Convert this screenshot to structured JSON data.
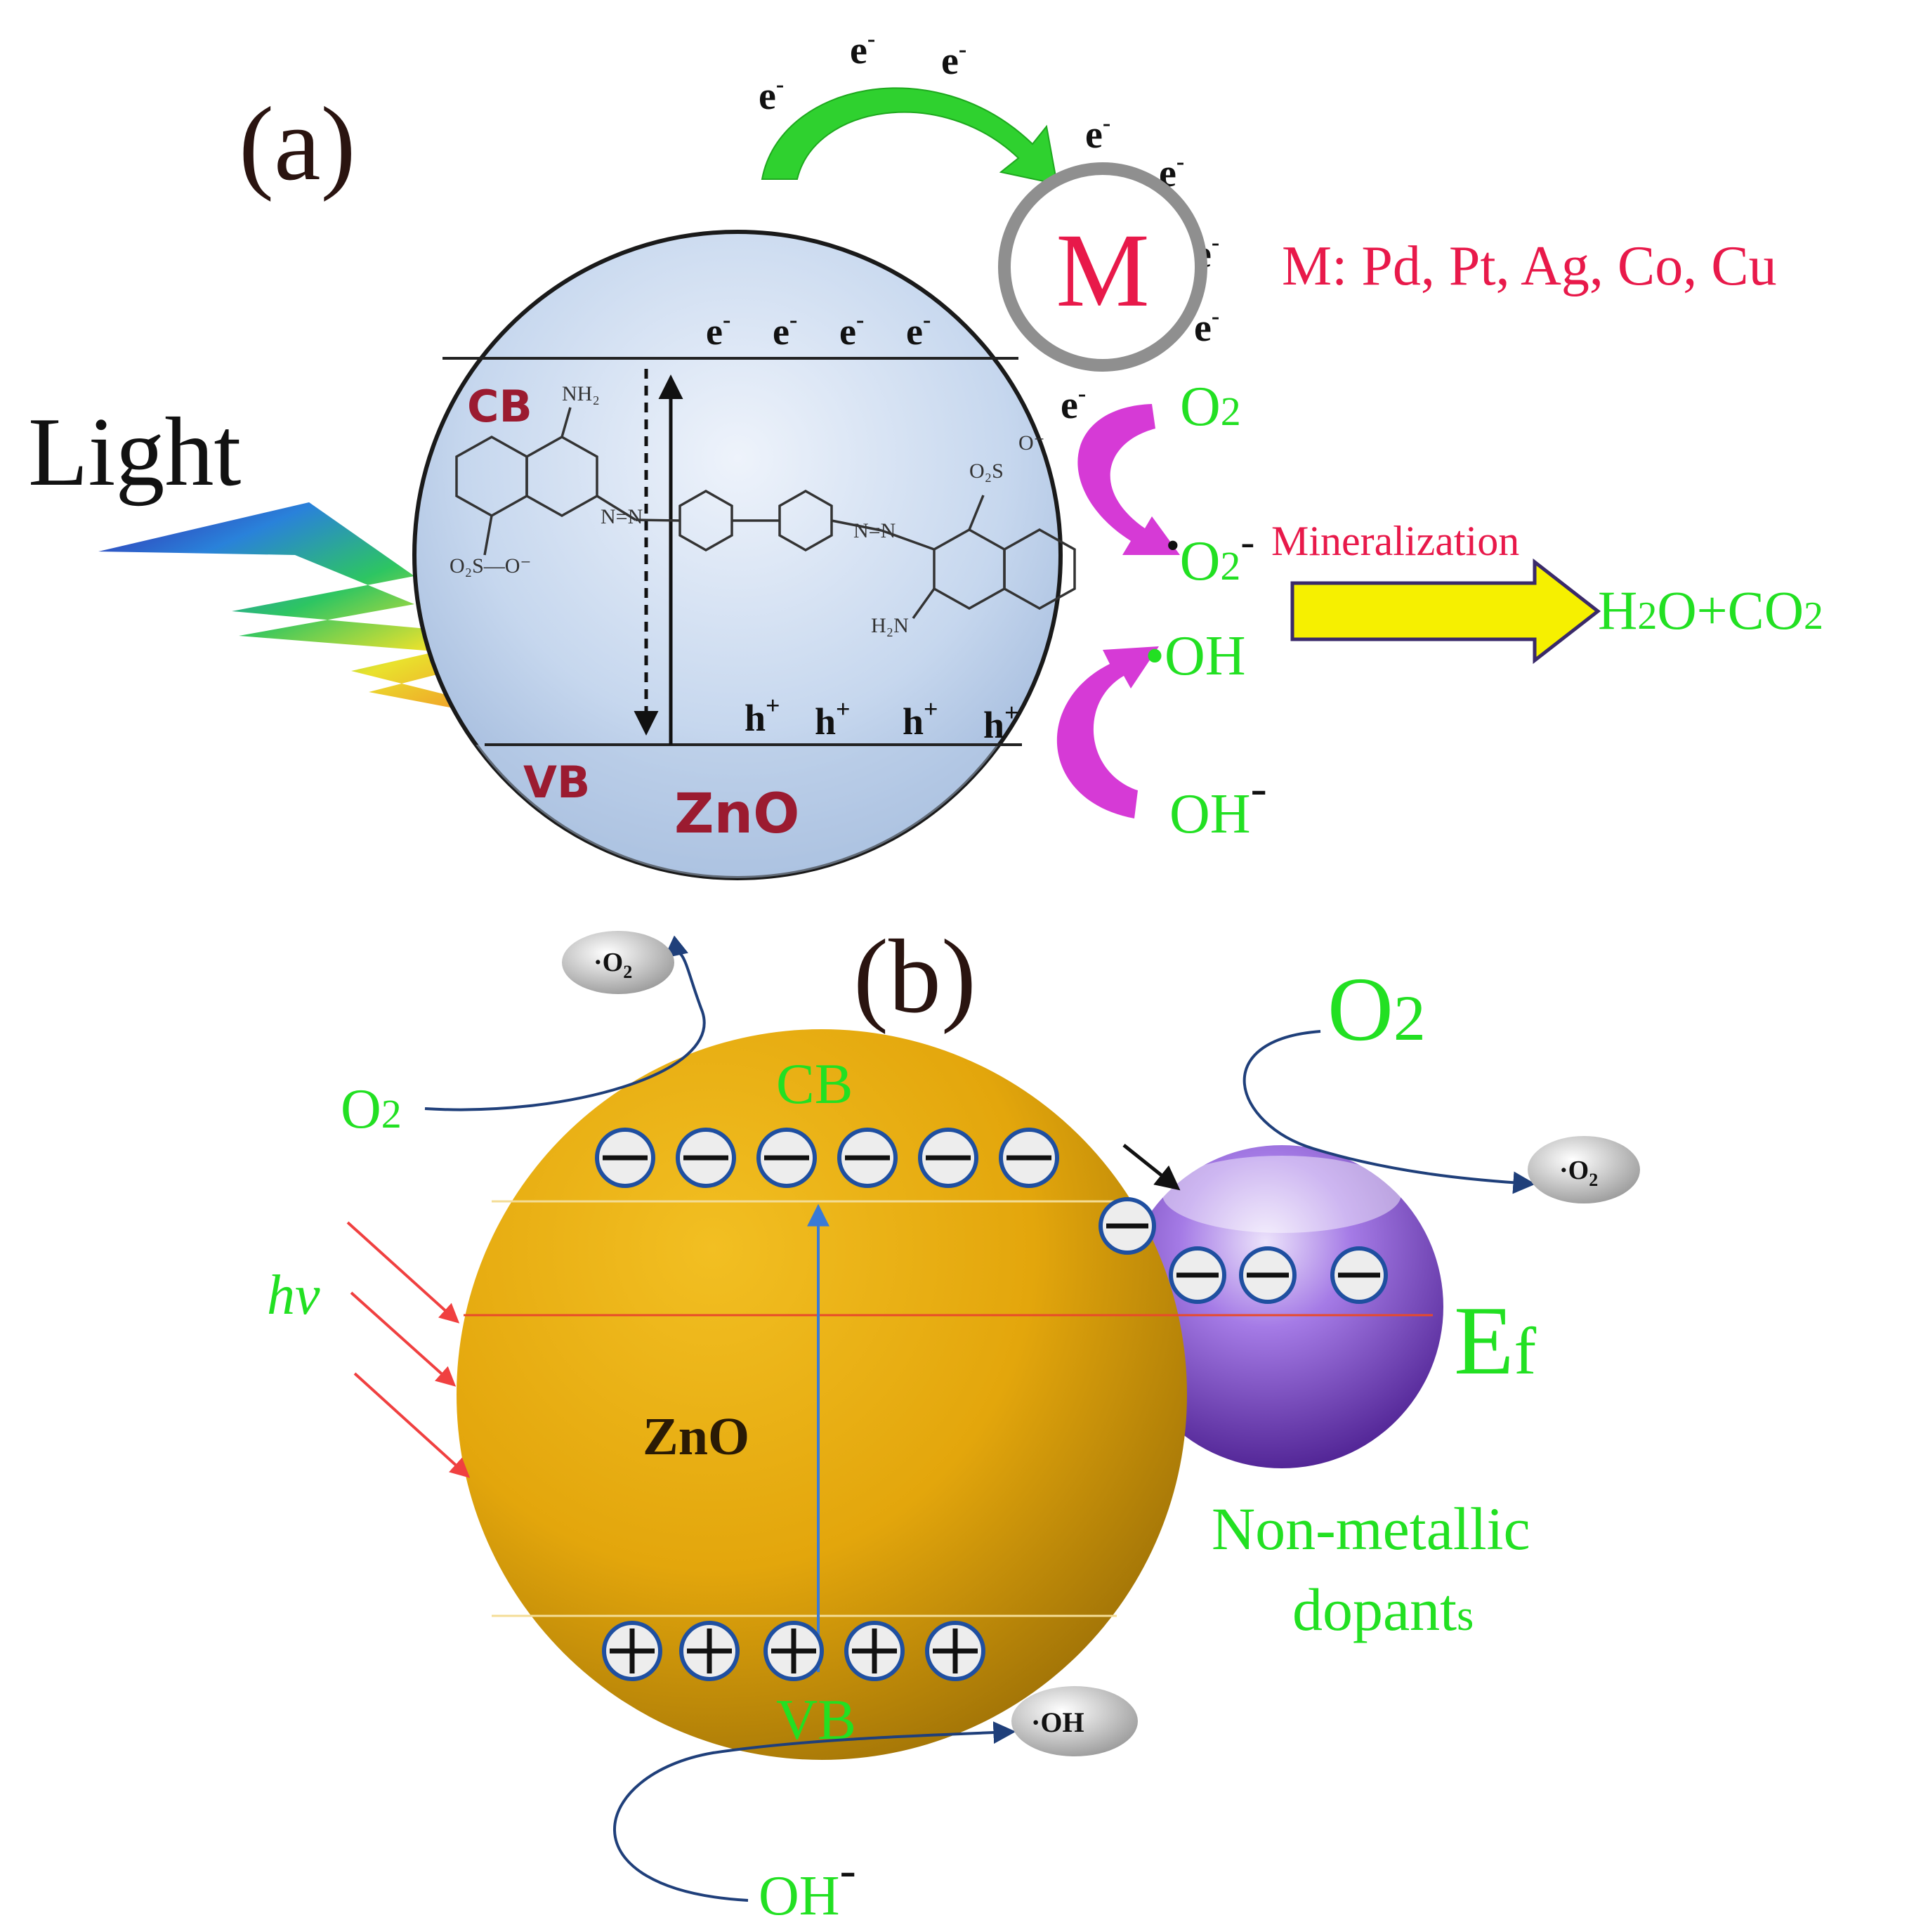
{
  "panel_a": {
    "label": "(a)",
    "light_label": "Light",
    "cb_label": "CB",
    "vb_label": "VB",
    "material_label": "ZnO",
    "metal_symbol": "M",
    "metal_list": "M: Pd, Pt, Ag, Co, Cu",
    "electron": "e",
    "electron_charge": "-",
    "hole": "h",
    "hole_charge": "+",
    "o2_base": "O",
    "o2_sub": "2",
    "superoxide_dot": "•",
    "superoxide_base": "O",
    "superoxide_sub": "2",
    "superoxide_charge": "-",
    "hydroxyl_radical": "•OH",
    "hydroxide_base": "OH",
    "hydroxide_charge": "-",
    "mineralization_label": "Mineralization",
    "product_parts": [
      "H",
      "2",
      "O+CO",
      "2"
    ],
    "dye_labels": {
      "nh2_top": "NH₂",
      "nh2_bottom": "H₂N",
      "azo_left": "N=N",
      "azo_right": "N=N",
      "sulfonate_left": "O₂S—O⁻",
      "sulfonate_right": "O⁻",
      "sulfonate_right2": "O₂S"
    }
  },
  "panel_b": {
    "label": "(b)",
    "cb_label": "CB",
    "vb_label": "VB",
    "material_label": "ZnO",
    "hv_label": "hv",
    "o2_left_base": "O",
    "o2_left_sub": "2",
    "o2_right_base": "O",
    "o2_right_sub": "2",
    "superoxide_bubble_base": "·O",
    "superoxide_bubble_sub": "2",
    "hydroxyl_bubble": "·OH",
    "hydroxide_base": "OH",
    "hydroxide_charge": "-",
    "fermi_base": "E",
    "fermi_sub": "f",
    "dopant_line1": "Non-metallic",
    "dopant_line2_base": "dopant",
    "dopant_line2_sub": "s"
  },
  "colors": {
    "green_label": "#22e022",
    "red_label": "#e8194a",
    "dark_red": "#9b1b30",
    "zno_gold": "#e3a60c",
    "dopant_purple": "#7a3fc4",
    "arrow_green": "#2fd12f",
    "arrow_magenta": "#d63ad6",
    "arrow_yellow": "#f6f000",
    "navy": "#1f3f7a"
  }
}
